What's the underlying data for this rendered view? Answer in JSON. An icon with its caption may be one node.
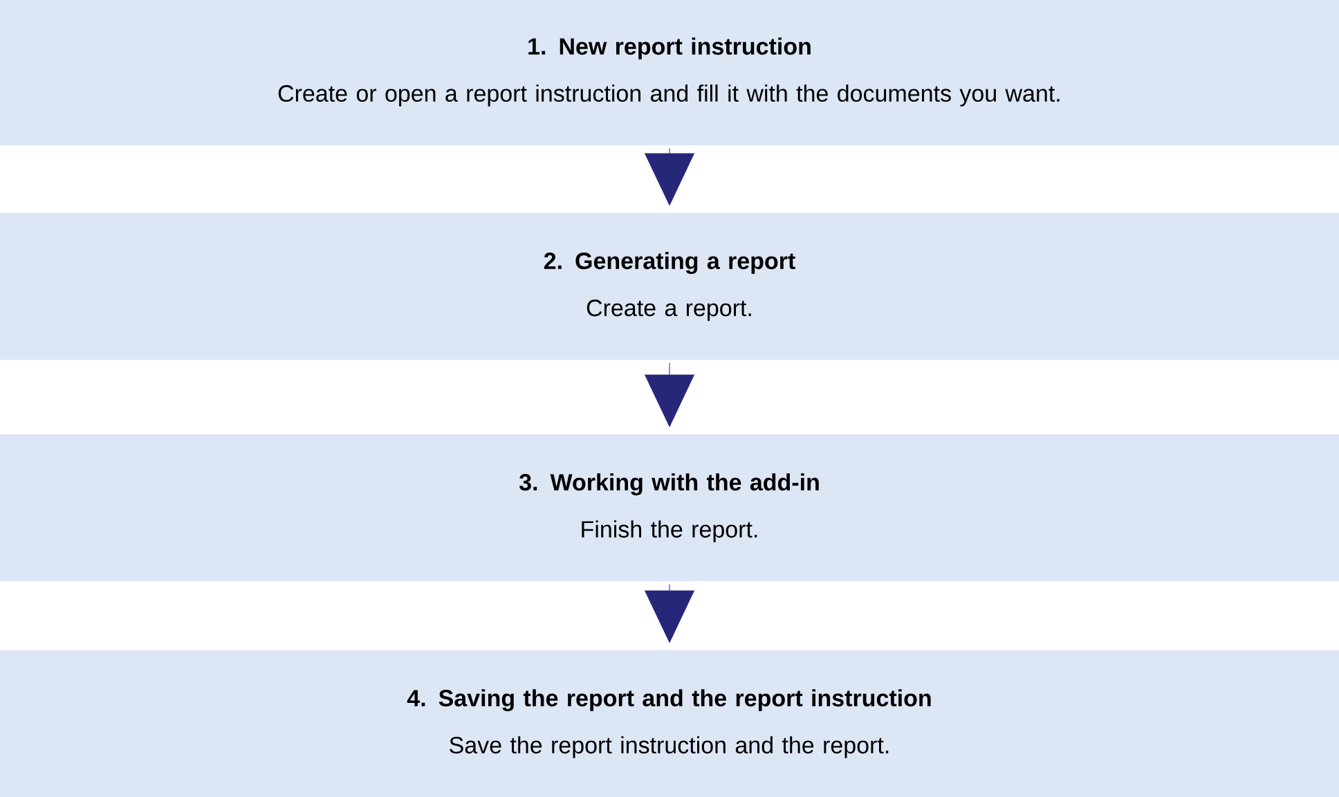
{
  "diagram": {
    "nodes": [
      {
        "text": [
          "1. New report instruction",
          "Create or open a report instruction and fill it with the documents you want."
        ]
      },
      {
        "text": [
          "2. Generating a report",
          "Create a report."
        ]
      },
      {
        "text": [
          "3. Working with the add-in",
          "Finish the report."
        ]
      },
      {
        "text": [
          "4. Saving the report and the report instruction",
          "Save the report instruction and the report."
        ]
      }
    ],
    "edges": [
      {
        "from": 0,
        "to": 1,
        "arrow": "to"
      },
      {
        "from": 1,
        "to": 2,
        "arrow": "to"
      },
      {
        "from": 2,
        "to": 3,
        "arrow": "to"
      }
    ]
  }
}
